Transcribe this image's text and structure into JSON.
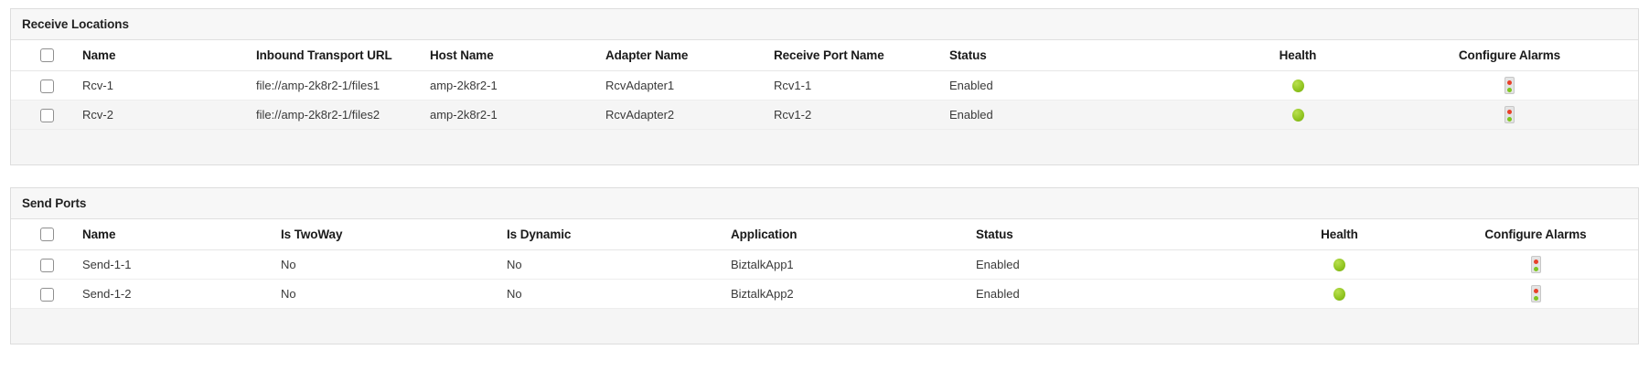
{
  "panels": [
    {
      "title": "Receive Locations",
      "columns": [
        {
          "label": "",
          "kind": "checkbox"
        },
        {
          "label": "Name",
          "kind": "text"
        },
        {
          "label": "Inbound Transport URL",
          "kind": "text"
        },
        {
          "label": "Host Name",
          "kind": "text"
        },
        {
          "label": "Adapter Name",
          "kind": "text"
        },
        {
          "label": "Receive Port Name",
          "kind": "text"
        },
        {
          "label": "Status",
          "kind": "text"
        },
        {
          "label": "Health",
          "kind": "health"
        },
        {
          "label": "Configure Alarms",
          "kind": "alarm"
        }
      ],
      "rows": [
        {
          "name": "Rcv-1",
          "inbound_transport_url": "file://amp-2k8r2-1/files1",
          "host_name": "amp-2k8r2-1",
          "adapter_name": "RcvAdapter1",
          "receive_port_name": "Rcv1-1",
          "status": "Enabled",
          "health": "healthy",
          "alarm": "configure-alarm"
        },
        {
          "name": "Rcv-2",
          "inbound_transport_url": "file://amp-2k8r2-1/files2",
          "host_name": "amp-2k8r2-1",
          "adapter_name": "RcvAdapter2",
          "receive_port_name": "Rcv1-2",
          "status": "Enabled",
          "health": "healthy",
          "alarm": "configure-alarm"
        }
      ]
    },
    {
      "title": "Send Ports",
      "columns": [
        {
          "label": "",
          "kind": "checkbox"
        },
        {
          "label": "Name",
          "kind": "text"
        },
        {
          "label": "Is TwoWay",
          "kind": "text"
        },
        {
          "label": "Is Dynamic",
          "kind": "text"
        },
        {
          "label": "Application",
          "kind": "text"
        },
        {
          "label": "Status",
          "kind": "text"
        },
        {
          "label": "Health",
          "kind": "health"
        },
        {
          "label": "Configure Alarms",
          "kind": "alarm"
        }
      ],
      "rows": [
        {
          "name": "Send-1-1",
          "is_twoway": "No",
          "is_dynamic": "No",
          "application": "BiztalkApp1",
          "status": "Enabled",
          "health": "healthy",
          "alarm": "configure-alarm"
        },
        {
          "name": "Send-1-2",
          "is_twoway": "No",
          "is_dynamic": "No",
          "application": "BiztalkApp2",
          "status": "Enabled",
          "health": "healthy",
          "alarm": "configure-alarm"
        }
      ]
    }
  ],
  "icons": {
    "health_healthy": "green-dot-icon",
    "alarm": "traffic-light-icon",
    "checkbox": "checkbox-icon"
  },
  "colors": {
    "health_green": "#8fc31f",
    "alarm_red": "#e8402a",
    "alarm_green": "#7ec520",
    "panel_header_bg": "#f7f7f7",
    "row_alt_bg": "#f5f5f5",
    "border": "#dddddd"
  }
}
